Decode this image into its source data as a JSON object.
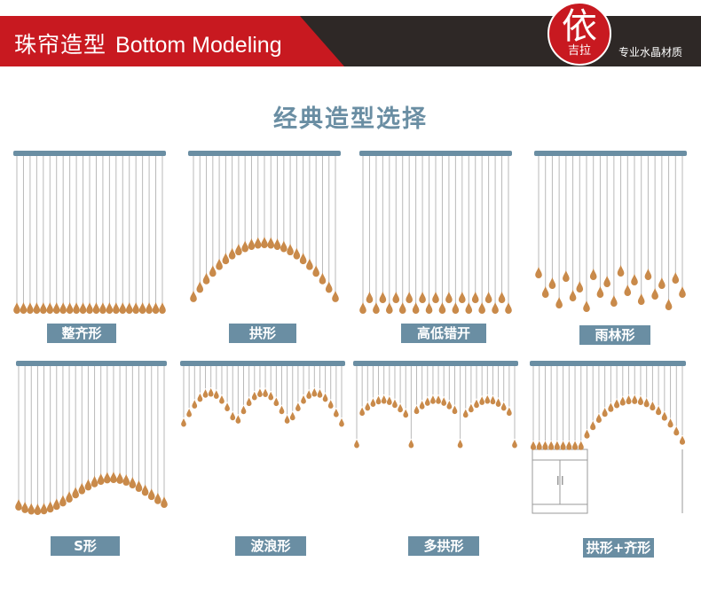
{
  "header": {
    "title_cn": "珠帘造型",
    "title_en": "Bottom Modeling",
    "brand_char": "依",
    "brand_sub": "吉拉",
    "tagline": "专业水晶材质"
  },
  "section_title": "经典造型选择",
  "styles": [
    {
      "label": "整齐形"
    },
    {
      "label": "拱形"
    },
    {
      "label": "高低错开"
    },
    {
      "label": "雨林形"
    },
    {
      "label": "S形"
    },
    {
      "label": "波浪形"
    },
    {
      "label": "多拱形"
    },
    {
      "label": "拱形+齐形"
    }
  ],
  "colors": {
    "header_dark": "#2e2826",
    "header_red": "#c81920",
    "rod": "#6a8ea3",
    "string": "#b9b9b9",
    "bead": "#c98a4a",
    "label_bg": "#6a8ea3"
  }
}
